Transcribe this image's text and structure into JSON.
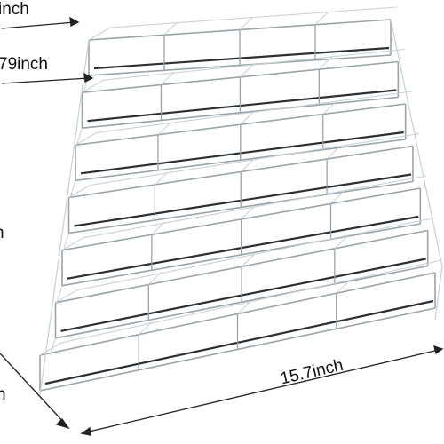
{
  "product": {
    "type": "acrylic-tiered-display-riser",
    "tiers": 7,
    "compartments_per_tier": 4,
    "material_color": "#9aa3a8",
    "edge_color": "#c9d0d4"
  },
  "dimensions": {
    "top_label": "inch",
    "second_label": "79inch",
    "height_label": "h",
    "depth_label": "h",
    "width_label": "15.7inch"
  }
}
